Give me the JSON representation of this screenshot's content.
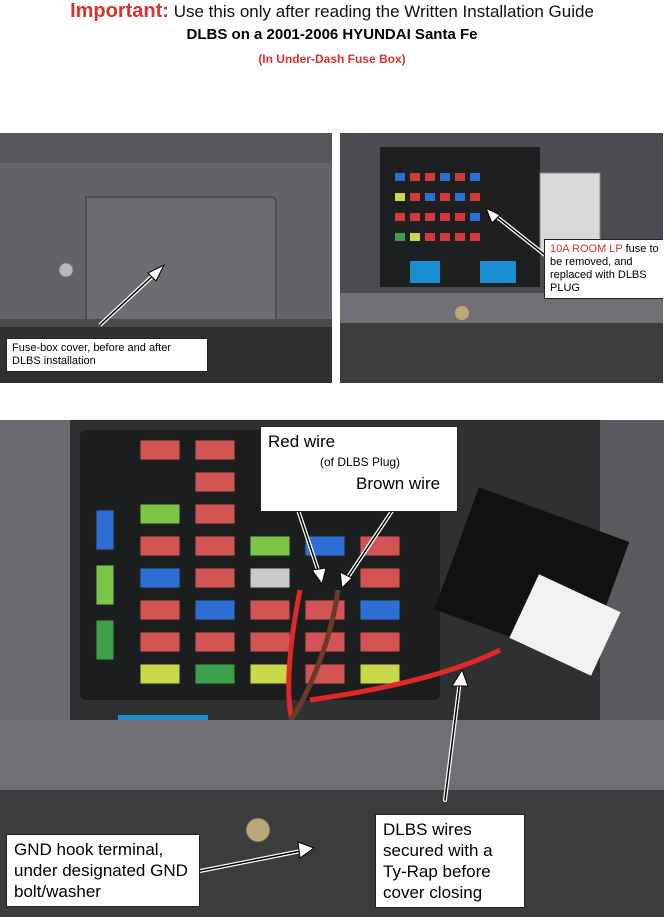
{
  "header": {
    "important_label": "Important:",
    "important_text": "Use this only after reading the Written Installation Guide",
    "title": "DLBS on a 2001-2006 HYUNDAI Santa Fe",
    "subtitle": "(In Under-Dash Fuse Box)"
  },
  "photo1": {
    "callout": "Fuse-box cover, before and after DLBS installation"
  },
  "photo2": {
    "callout_highlight": "10A ROOM LP",
    "callout_rest": " fuse to be removed, and replaced with DLBS PLUG"
  },
  "photo3": {
    "red_wire": "Red wire",
    "red_wire_sub": "(of DLBS Plug)",
    "brown_wire": "Brown wire",
    "gnd_callout": "GND hook terminal, under designated GND bolt/washer",
    "dlbs_callout": "DLBS wires secured with a Ty-Rap before cover closing"
  },
  "colors": {
    "accent_red": "#d9332e",
    "fuse_blue": "#2d6fd6",
    "relay_blue": "#1a8fd0"
  }
}
